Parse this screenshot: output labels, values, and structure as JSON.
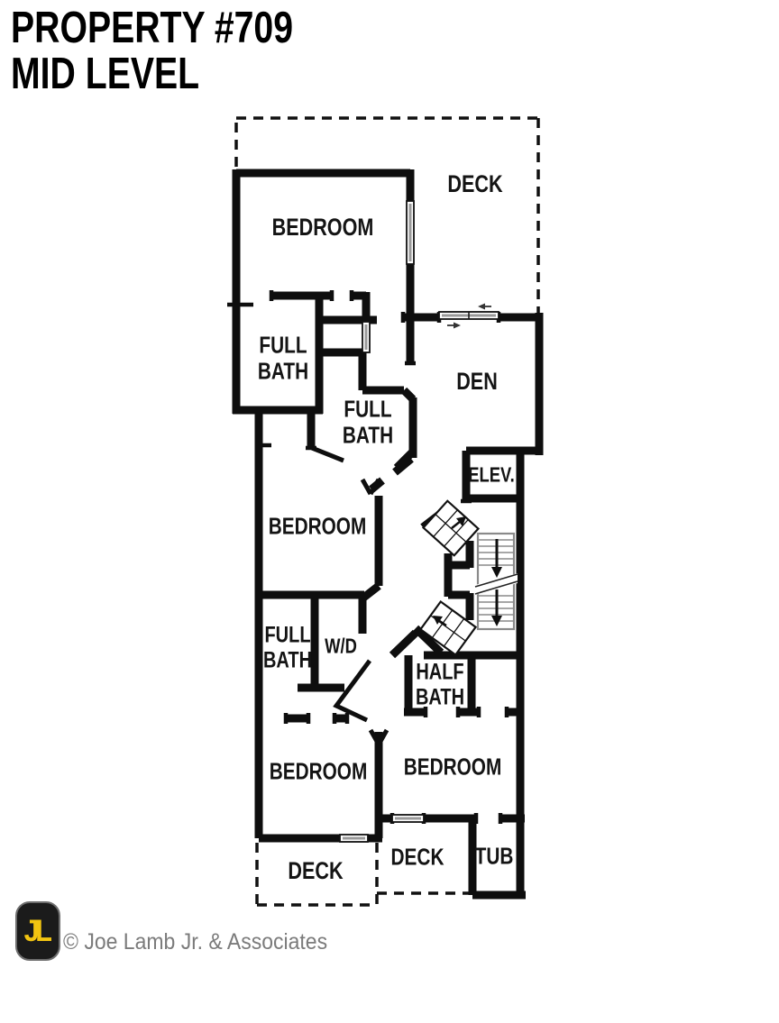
{
  "title": {
    "text": "PROPERTY #709\nMID LEVEL"
  },
  "plan": {
    "rooms": {
      "deck_top": "DECK",
      "bedroom_top": "BEDROOM",
      "full_bath_top": "FULL\nBATH",
      "full_bath_mid": "FULL\nBATH",
      "den": "DEN",
      "elevator": "ELEV.",
      "bedroom_mid": "BEDROOM",
      "full_bath_lower": "FULL\nBATH",
      "washer_dryer": "W/D",
      "half_bath": "HALF\nBATH",
      "bedroom_bottom_left": "BEDROOM",
      "bedroom_bottom_right": "BEDROOM",
      "deck_bottom_left": "DECK",
      "deck_bottom_mid": "DECK",
      "tub": "TUB"
    },
    "colors": {
      "wall": "#0e0e0e",
      "window_fill": "#ffffff",
      "slider_gray": "#999999",
      "stair_line": "#8a8a8a"
    }
  },
  "footer": {
    "logo_text": "JL",
    "logo_yellow": "#f2c411",
    "logo_black": "#1b1b1b",
    "copyright": "© Joe Lamb Jr. & Associates"
  }
}
